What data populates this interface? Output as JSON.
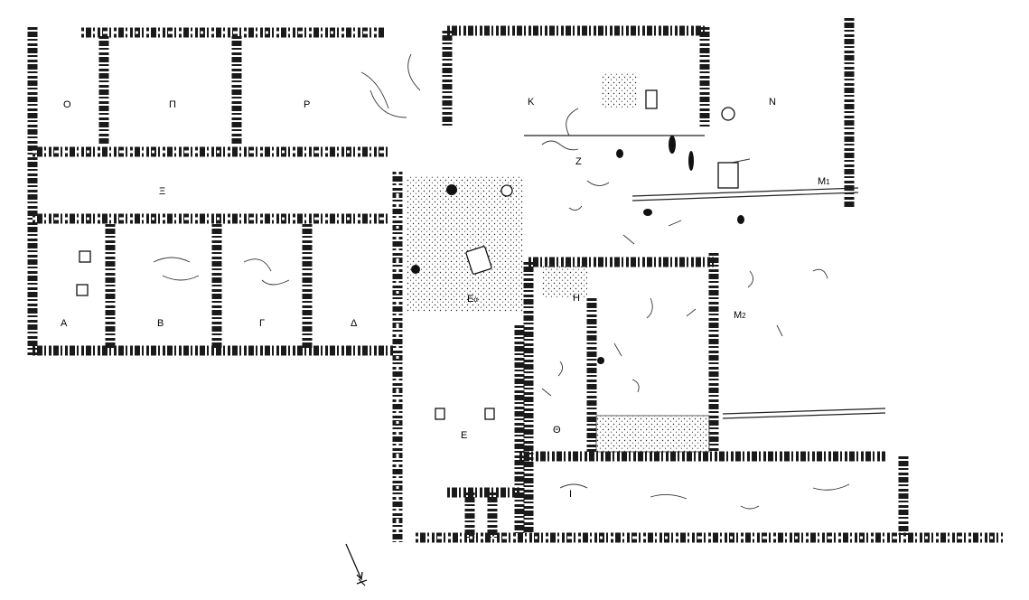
{
  "plan": {
    "rooms": [
      {
        "id": "O",
        "label": "Ο"
      },
      {
        "id": "P",
        "label": "Π"
      },
      {
        "id": "R",
        "label": "Ρ"
      },
      {
        "id": "K",
        "label": "Κ"
      },
      {
        "id": "N",
        "label": "Ν"
      },
      {
        "id": "Z",
        "label": "Ζ"
      },
      {
        "id": "Xi",
        "label": "Ξ"
      },
      {
        "id": "M1",
        "label": "Μ",
        "sub": "1"
      },
      {
        "id": "M2",
        "label": "Μ",
        "sub": "2"
      },
      {
        "id": "A",
        "label": "Α"
      },
      {
        "id": "B",
        "label": "Β"
      },
      {
        "id": "G",
        "label": "Γ"
      },
      {
        "id": "D",
        "label": "Δ"
      },
      {
        "id": "Ea",
        "label": "Ε",
        "sub": "α"
      },
      {
        "id": "H",
        "label": "Η"
      },
      {
        "id": "E",
        "label": "Ε"
      },
      {
        "id": "Th",
        "label": "Θ"
      },
      {
        "id": "I",
        "label": "Ι"
      }
    ],
    "north_arrow": {
      "symbol": "north-arrow"
    }
  }
}
